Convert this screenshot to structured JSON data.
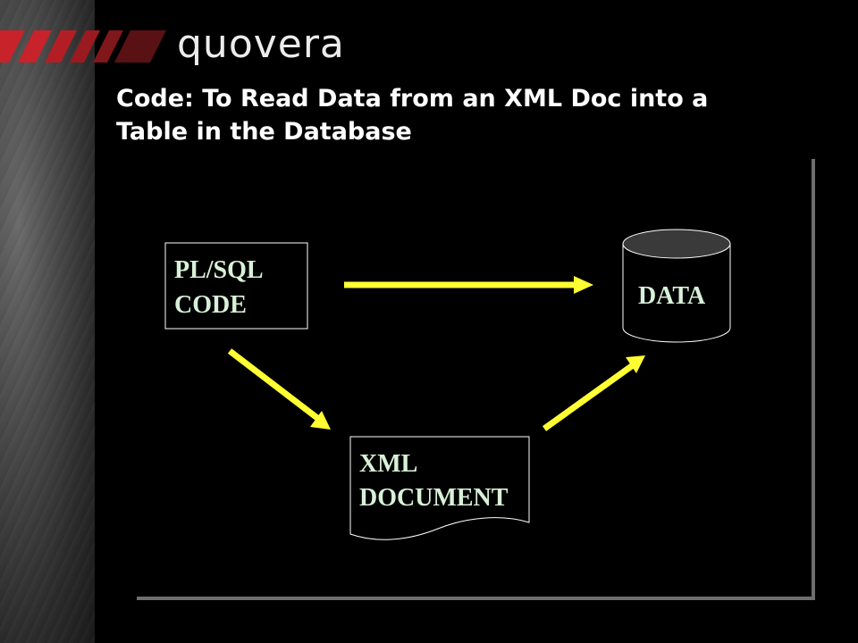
{
  "brand": {
    "logo_text": "quovera"
  },
  "slide": {
    "title_line1": "Code: To Read Data from an XML Doc into a",
    "title_line2": "Table in the Database"
  },
  "diagram": {
    "plsql_box": {
      "line1": "PL/SQL",
      "line2": "CODE"
    },
    "data_cylinder": {
      "label": "DATA"
    },
    "xml_document": {
      "line1": "XML",
      "line2": "DOCUMENT"
    }
  },
  "colors": {
    "background": "#000000",
    "arrow": "#ffff33",
    "node_text": "#d8f0d8",
    "node_border": "#ffffff",
    "frame": "#6e6e6e"
  }
}
